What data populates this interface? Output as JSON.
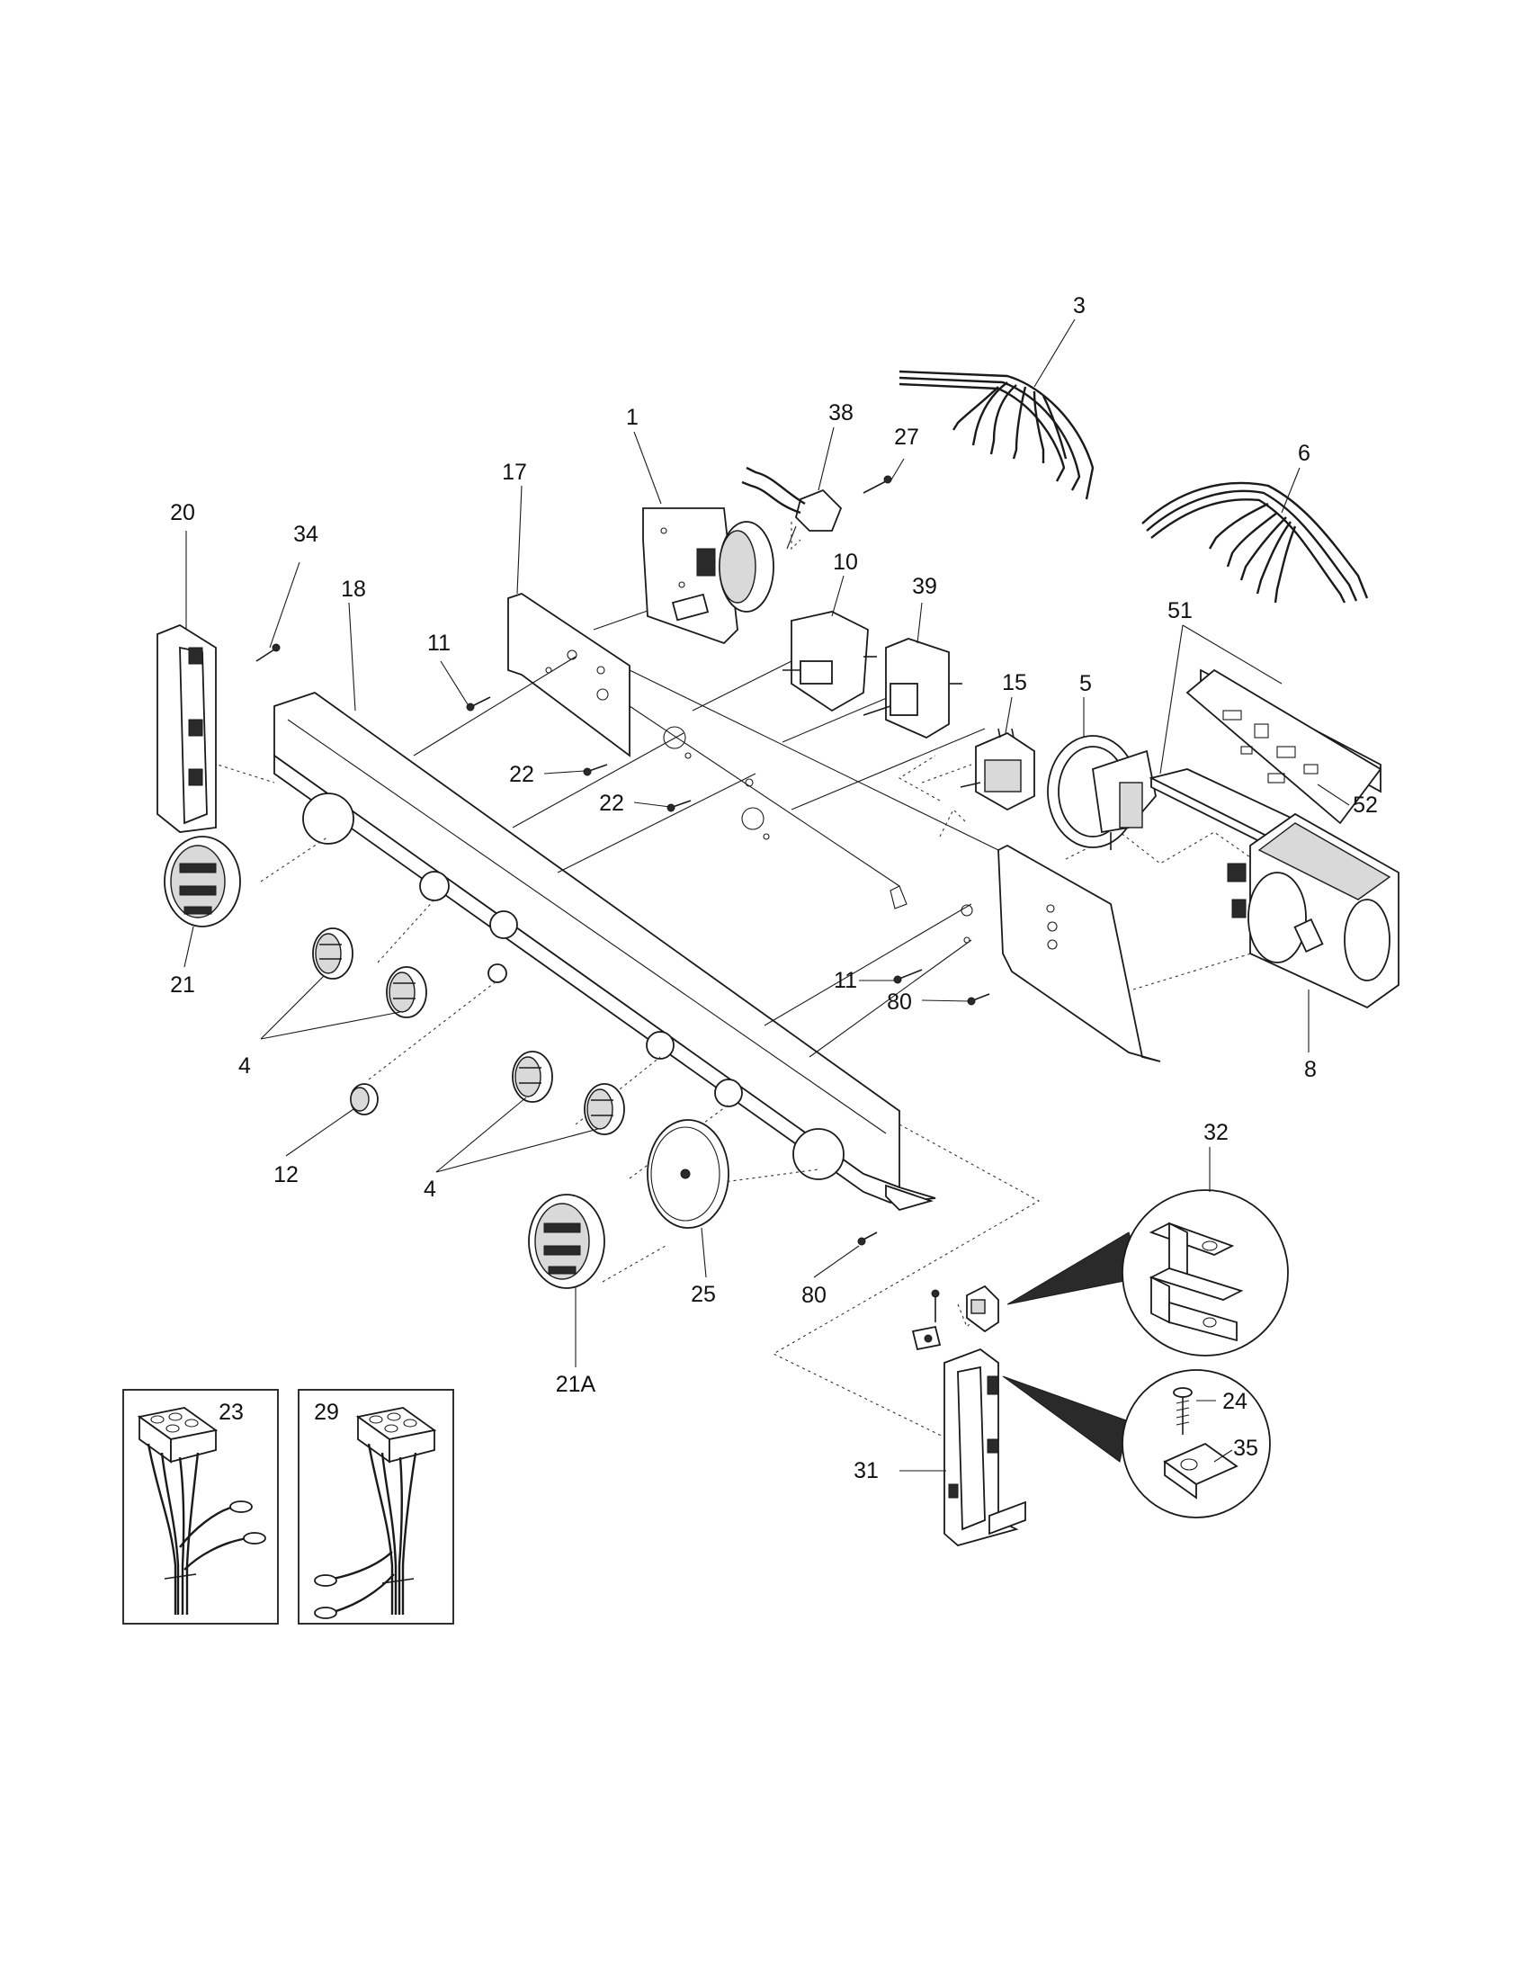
{
  "callouts": {
    "c1": "1",
    "c3": "3",
    "c4a": "4",
    "c4b": "4",
    "c5": "5",
    "c6": "6",
    "c8": "8",
    "c10": "10",
    "c11a": "11",
    "c11b": "11",
    "c12": "12",
    "c15": "15",
    "c17": "17",
    "c18": "18",
    "c20": "20",
    "c21": "21",
    "c21A": "21A",
    "c22a": "22",
    "c22b": "22",
    "c23": "23",
    "c24": "24",
    "c25": "25",
    "c27": "27",
    "c29": "29",
    "c31": "31",
    "c32": "32",
    "c34": "34",
    "c35": "35",
    "c38": "38",
    "c39": "39",
    "c51": "51",
    "c52": "52",
    "c80a": "80",
    "c80b": "80"
  }
}
